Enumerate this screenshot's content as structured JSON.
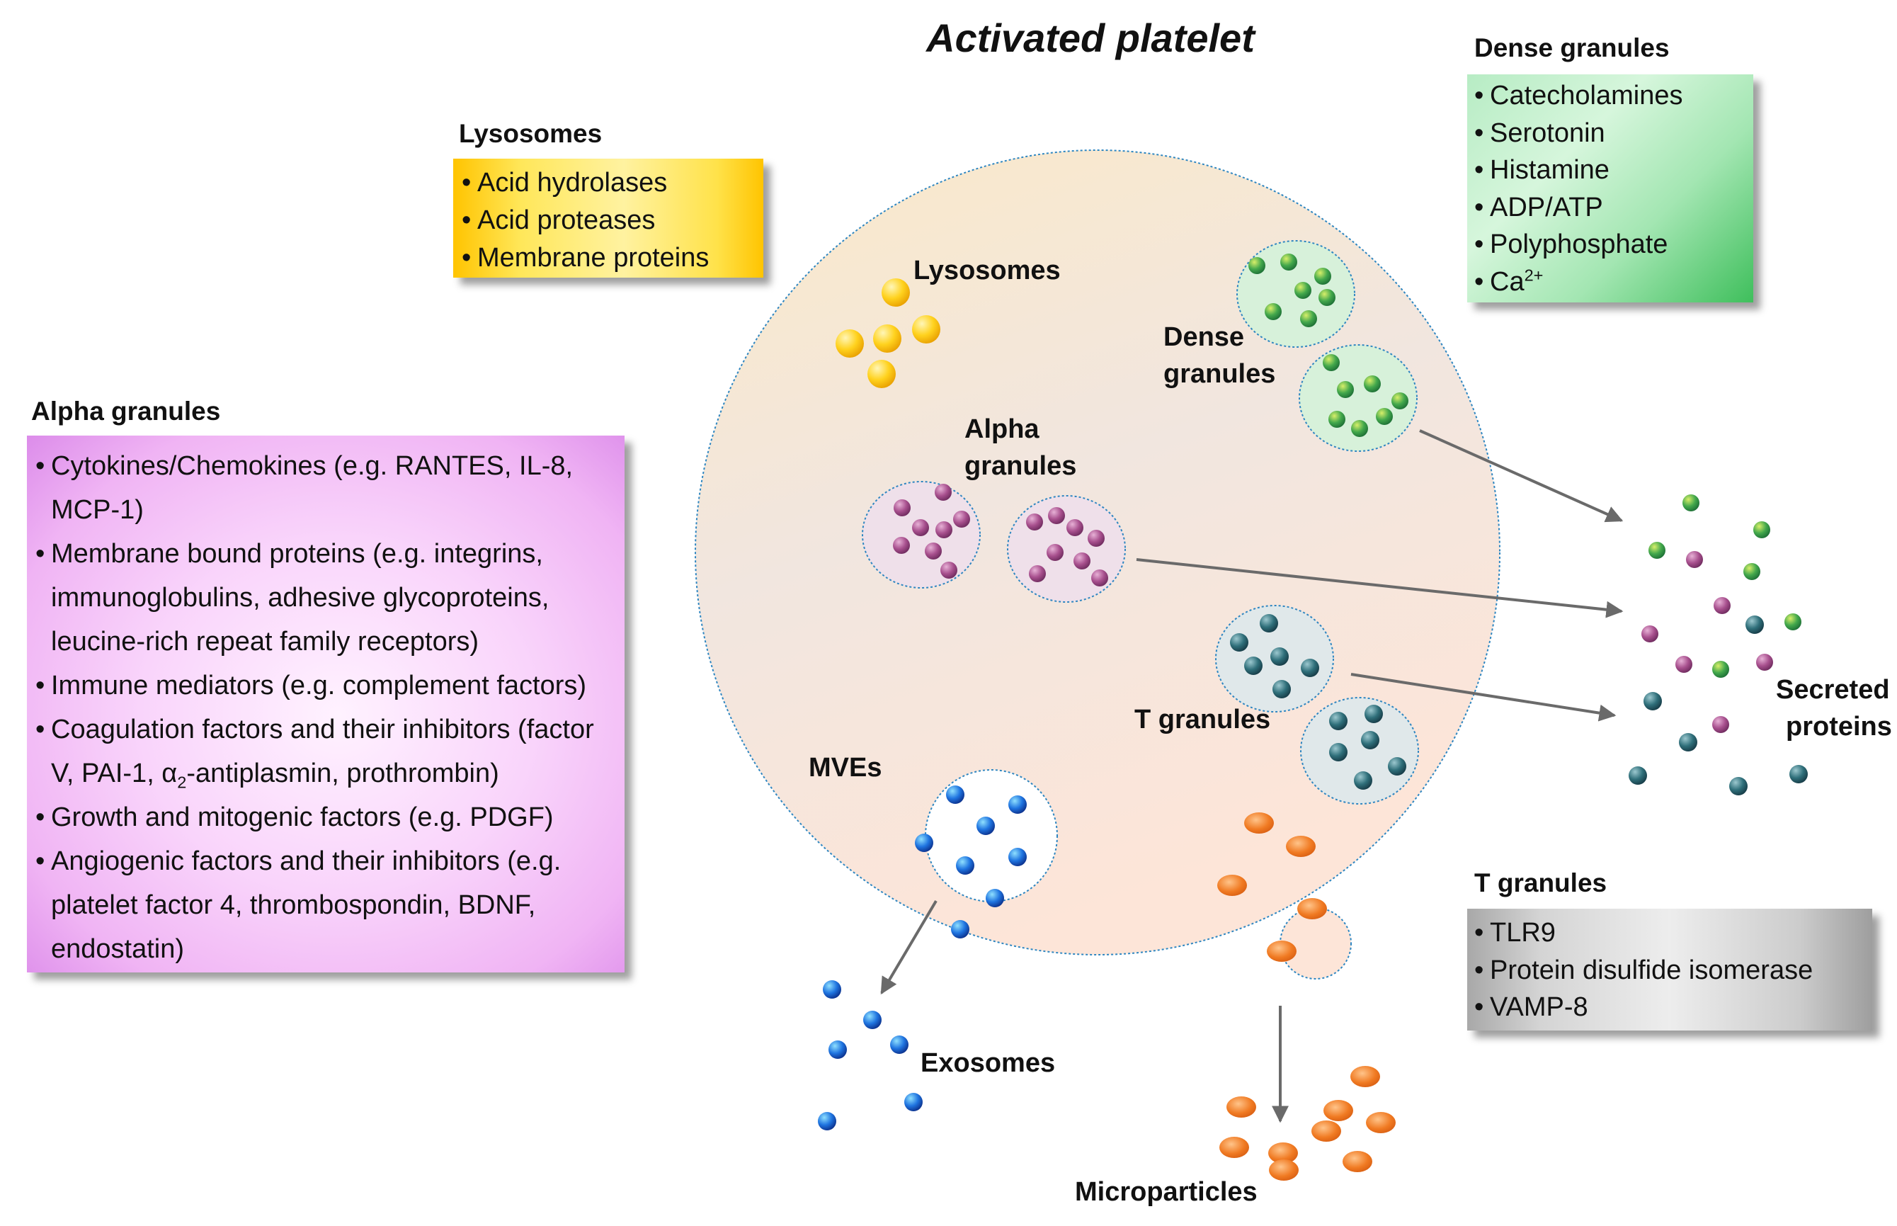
{
  "title": "Activated platelet",
  "lysosomes_box": {
    "heading": "Lysosomes",
    "items": [
      "Acid hydrolases",
      "Acid proteases",
      "Membrane proteins"
    ]
  },
  "dense_box": {
    "heading": "Dense granules",
    "items": [
      "Catecholamines",
      "Serotonin",
      "Histamine",
      "ADP/ATP",
      "Polyphosphate"
    ],
    "calcium": {
      "base": "Ca",
      "superscript": "2+"
    }
  },
  "alpha_box": {
    "heading": "Alpha granules",
    "items": [
      "Cytokines/Chemokines (e.g. RANTES, IL-8, MCP-1)",
      "Membrane bound proteins (e.g. integrins, immunoglobulins, adhesive glycoproteins, leucine-rich repeat family receptors)",
      "Immune mediators (e.g. complement factors)"
    ],
    "coagulation": {
      "before": "Coagulation factors and their inhibitors (factor V, PAI-1, α",
      "subscript": "2",
      "after": "-antiplasmin, prothrombin)"
    },
    "items_after": [
      "Growth and mitogenic factors (e.g. PDGF)",
      "Angiogenic factors and their inhibitors (e.g. platelet factor 4, thrombospondin, BDNF, endostatin)"
    ]
  },
  "tgranules_box": {
    "heading": "T granules",
    "items": [
      "TLR9",
      "Protein disulfide isomerase",
      "VAMP-8"
    ]
  },
  "cell_labels": {
    "lysosomes": "Lysosomes",
    "dense_line1": "Dense",
    "dense_line2": "granules",
    "alpha_line1": "Alpha",
    "alpha_line2": "granules",
    "tgranules": "T granules",
    "mves": "MVEs"
  },
  "outside_labels": {
    "secreted_line1": "Secreted",
    "secreted_line2": "proteins",
    "exosomes": "Exosomes",
    "microparticles": "Microparticles"
  },
  "colors": {
    "lysosome": "#ffd21e",
    "dense": "#3aa34d",
    "alpha": "#a8508e",
    "t_granule": "#2a6b77",
    "exosome": "#1f74e0",
    "microparticle": "#f07a22",
    "cell_fill_top": "#fbe9cd",
    "cell_fill_bottom": "#fde6dc"
  }
}
